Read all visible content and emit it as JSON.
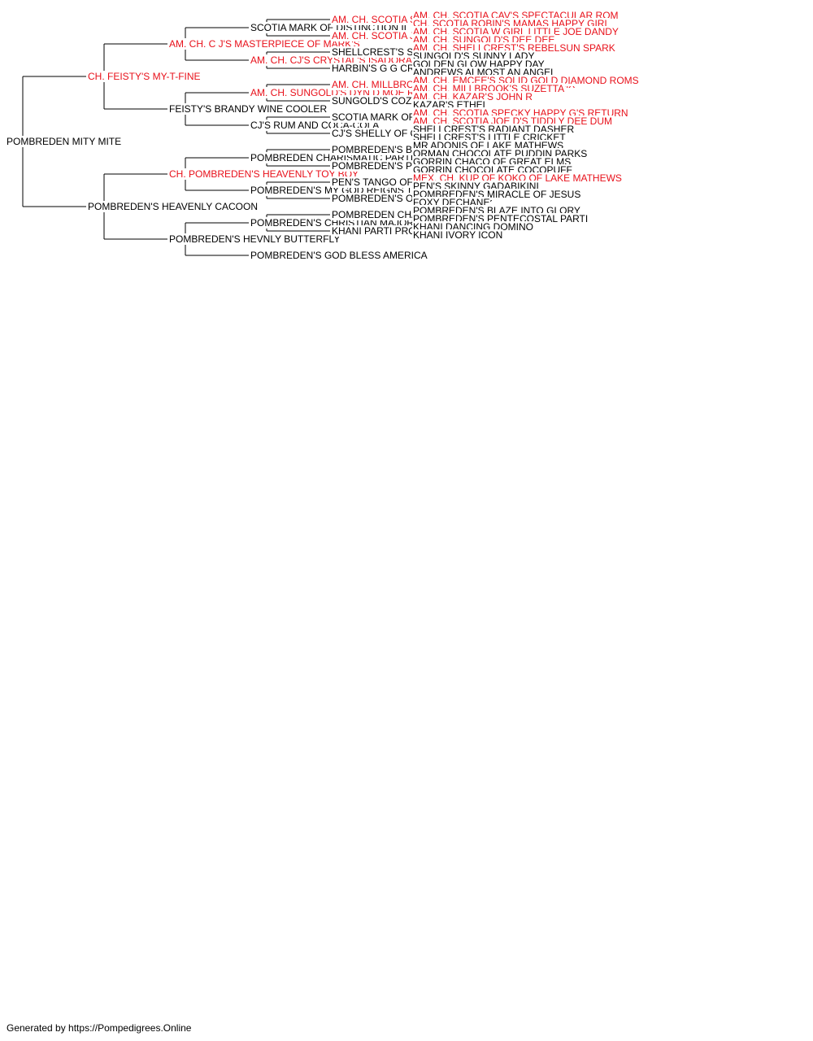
{
  "colors": {
    "champion": "#e8101a",
    "normal": "#000000",
    "line": "#000000"
  },
  "footer": "Generated by https://Pompedigrees.Online",
  "pedigree": {
    "name": "POMBREDEN MITY MITE",
    "champion": false,
    "sire": {
      "name": "CH. FEISTY'S MY-T-FINE",
      "champion": true,
      "sire": {
        "name": "AM. CH. C J'S MASTERPIECE OF MARK'S",
        "champion": true,
        "sire": {
          "name": "SCOTIA MARK OF DISTINCTION II",
          "champion": false,
          "sire": {
            "name": "AM. CH. SCOTIA SPECKY HAPPY G'S RETURN",
            "champion": true,
            "sire": {
              "name": "AM. CH. SCOTIA CAV'S SPECTACULAR ROM",
              "champion": true
            },
            "dam": {
              "name": "CH. SCOTIA ROBIN'S MAMAS HAPPY GIRL",
              "champion": true
            }
          },
          "dam": {
            "name": "AM. CH. SCOTIA JOE D'S TIDDLY DEE DUM",
            "champion": true,
            "sire": {
              "name": "AM. CH. SCOTIA W GIRL LITTLE JOE DANDY",
              "champion": true
            },
            "dam": {
              "name": "AM. CH. SUNGOLD'S DEE DEE",
              "champion": true
            }
          }
        },
        "dam": {
          "name": "AM. CH. CJ'S CRYSTAL'S ISADORA",
          "champion": true,
          "sire": {
            "name": "SHELLCREST'S SPARKLING KOLIE",
            "champion": false,
            "sire": {
              "name": "AM. CH. SHELLCREST'S REBELSUN SPARK",
              "champion": true
            },
            "dam": {
              "name": "SUNGOLD'S SUNNY LADY",
              "champion": false
            }
          },
          "dam": {
            "name": "HARBIN'S G G CRYSTAL CLEAR",
            "champion": false,
            "sire": {
              "name": "GOLDEN GLOW HAPPY DAY",
              "champion": false
            },
            "dam": {
              "name": "ANDREWS ALMOST AN ANGEL",
              "champion": false
            }
          }
        }
      },
      "dam": {
        "name": "FEISTY'S BRANDY WINE COOLER",
        "champion": false,
        "sire": {
          "name": "AM. CH. SUNGOLD'S DYN D MOE RIDER",
          "champion": true,
          "sire": {
            "name": "AM. CH. MILLBROOK'S EL GRAN CABALLERO ROMX",
            "champion": true,
            "sire": {
              "name": "AM. CH. EMCEE'S SOLID GOLD DIAMOND ROMS",
              "champion": true
            },
            "dam": {
              "name": "AM. CH. MILLBROOK'S SUZETTA",
              "champion": true
            }
          },
          "dam": {
            "name": "SUNGOLD'S COZY RIDER",
            "champion": false,
            "sire": {
              "name": "AM. CH. KAZAR'S JOHN R",
              "champion": true
            },
            "dam": {
              "name": "KAZAR'S ETHEL",
              "champion": false
            }
          }
        },
        "dam": {
          "name": "CJ'S RUM AND COCA-COLA",
          "champion": false,
          "sire": {
            "name": "SCOTIA MARK OF DISTINCTION II",
            "champion": false,
            "sire": {
              "name": "AM. CH. SCOTIA SPECKY HAPPY G'S RETURN",
              "champion": true
            },
            "dam": {
              "name": "AM. CH. SCOTIA JOE D'S TIDDLY DEE DUM",
              "champion": true
            }
          },
          "dam": {
            "name": "CJ'S SHELLY OF CHESTNUT GRVS",
            "champion": false,
            "sire": {
              "name": "SHELLCREST'S RADIANT DASHER",
              "champion": false
            },
            "dam": {
              "name": "SHELLCREST'S LITTLE CRICKET",
              "champion": false
            }
          }
        }
      }
    },
    "dam": {
      "name": "POMBREDEN'S HEAVENLY CACOON",
      "champion": false,
      "sire": {
        "name": "CH. POMBREDEN'S HEAVENLY TOY BOY",
        "champion": true,
        "sire": {
          "name": "POMBREDEN CHARISMATIC PARTI",
          "champion": false,
          "sire": {
            "name": "POMBREDEN'S BLAZE INTO GLORY",
            "champion": false,
            "sire": {
              "name": "MR ADONIS OF LAKE MATHEWS",
              "champion": false
            },
            "dam": {
              "name": "ORMAN CHOCOLATE PUDDIN PARKS",
              "champion": false
            }
          },
          "dam": {
            "name": "POMBREDEN'S PENTECOSTAL PARTI",
            "champion": false,
            "sire": {
              "name": "GORRIN CHACO OF GREAT ELMS",
              "champion": false
            },
            "dam": {
              "name": "GORRIN CHOCOLATE COCOPUFF",
              "champion": false
            }
          }
        },
        "dam": {
          "name": "POMBREDEN'S MY GOD REIGNS TOO",
          "champion": false,
          "sire": {
            "name": "PEN'S TANGO OF LAKE MATHEWS",
            "champion": false,
            "sire": {
              "name": "MEX. CH. KUP OF KOKO OF LAKE MATHEWS",
              "champion": true
            },
            "dam": {
              "name": "PEN'S SKINNY GADABIKINI",
              "champion": false
            }
          },
          "dam": {
            "name": "POMBREDEN'S OUR GOD REIGNS",
            "champion": false,
            "sire": {
              "name": "POMBREDEN'S MIRACLE OF JESUS",
              "champion": false
            },
            "dam": {
              "name": "FOXY DECHANE",
              "champion": false
            }
          }
        }
      },
      "dam": {
        "name": "POMBREDEN'S HEVNLY BUTTERFLY",
        "champion": false,
        "sire": {
          "name": "POMBREDEN'S CHRISTIAN MAJOR",
          "champion": false,
          "sire": {
            "name": "POMBREDEN CHARISMATIC PARTI",
            "champion": false,
            "sire": {
              "name": "POMBREDEN'S BLAZE INTO GLORY",
              "champion": false
            },
            "dam": {
              "name": "POMBREDEN'S PENTECOSTAL PARTI",
              "champion": false
            }
          },
          "dam": {
            "name": "KHANI PARTI PROMENADE",
            "champion": false,
            "sire": {
              "name": "KHANI DANCING DOMINO",
              "champion": false
            },
            "dam": {
              "name": "KHANI IVORY ICON",
              "champion": false
            }
          }
        },
        "dam": {
          "name": "POMBREDEN'S GOD BLESS AMERICA",
          "champion": false
        }
      }
    }
  }
}
